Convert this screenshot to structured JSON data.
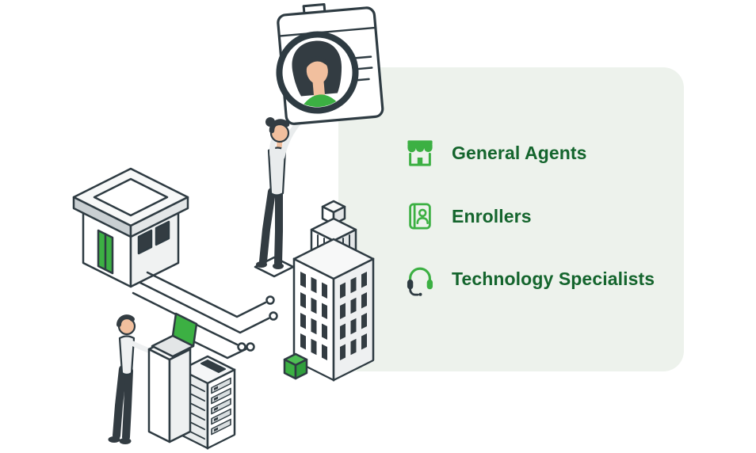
{
  "panel": {
    "items": [
      {
        "icon": "storefront-icon",
        "label": "General Agents"
      },
      {
        "icon": "id-badge-icon",
        "label": "Enrollers"
      },
      {
        "icon": "headset-icon",
        "label": "Technology Specialists"
      }
    ]
  },
  "colors": {
    "accent_green": "#3cb043",
    "label_green": "#14652d",
    "outline_dark": "#2e3b42",
    "panel_background": "#edf2ec"
  },
  "illustration": {
    "scene": "isometric people-and-buildings illustration with profile card, storefront, office tower, workstation laptop, server rack and circuit traces"
  }
}
